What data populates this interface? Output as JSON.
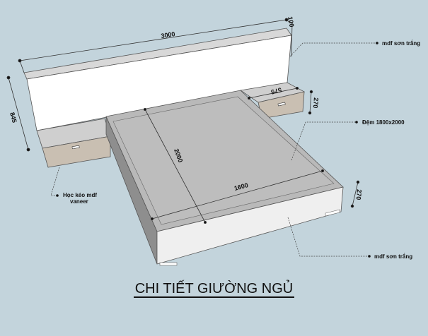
{
  "title": "CHI TIẾT GIƯỜNG NGỦ",
  "colors": {
    "background": "#c3d4dc",
    "headboard": "#ffffff",
    "platform": "#b9b9b9",
    "side": "#8e8e8e",
    "front": "#efefef",
    "nightstand_top": "#cfcfcf",
    "drawer_veneer": "#c9bfb2",
    "line": "#333333"
  },
  "dimensions": {
    "headboard_width": "3000",
    "headboard_height": "845",
    "headboard_thickness": "100",
    "nightstand_width": "575",
    "nightstand_height": "270",
    "bed_length": "2000",
    "bed_width": "1600",
    "bed_height": "270"
  },
  "labels": {
    "headboard_material": "mdf sơn trắng",
    "mattress": "Đệm 1800x2000",
    "drawer_line1": "Học kéo mdf",
    "drawer_line2": "vaneer",
    "base_material": "mdf sơn trắng"
  }
}
